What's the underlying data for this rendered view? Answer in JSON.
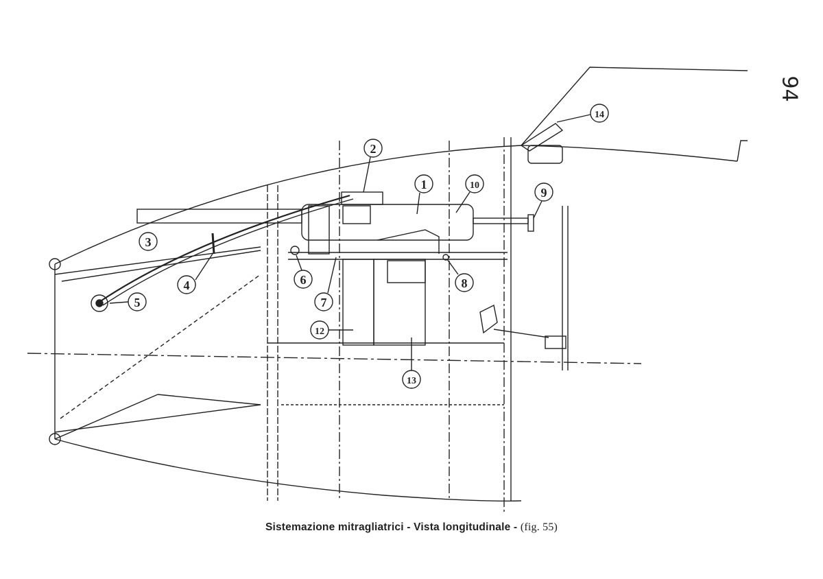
{
  "page": {
    "number": "94"
  },
  "caption": {
    "main": "Sistemazione mitragliatrici - Vista longitudinale -",
    "fig": "(fig. 55)"
  },
  "callouts": [
    "1",
    "2",
    "3",
    "4",
    "5",
    "6",
    "7",
    "8",
    "9",
    "10",
    "12",
    "13",
    "14"
  ],
  "colors": {
    "ink": "#222222",
    "paper": "#ffffff"
  }
}
